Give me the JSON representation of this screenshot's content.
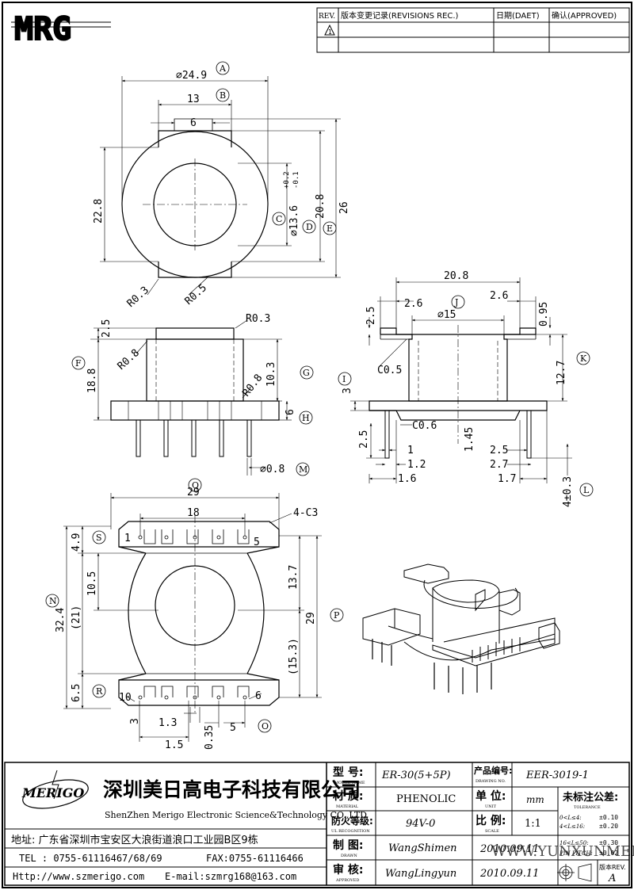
{
  "logo": {
    "text": "MRG",
    "brand": "MERIGO"
  },
  "revision_table": {
    "headers": [
      "REV.",
      "版本变更记录(REVISIONS REC.)",
      "日期(DAET)",
      "确认(APPROVED)"
    ],
    "rev1": "1"
  },
  "top_view": {
    "letters": {
      "A": "A",
      "B": "B",
      "C": "C",
      "D": "D",
      "E": "E"
    },
    "dims": {
      "width": "⌀24.9",
      "slot": "13",
      "slot_inner": "6",
      "height": "22.8",
      "inner_h": "20.8",
      "total_h": "26",
      "hole": "⌀13.6",
      "tol_plus": "+0.2",
      "tol_minus": "-0.1",
      "r1": "R0.3",
      "r2": "R0.5"
    }
  },
  "side_view": {
    "letters": {
      "F": "F",
      "G": "G",
      "H": "H",
      "M": "M"
    },
    "dims": {
      "top": "2.5",
      "r_top": "R0.3",
      "r_left": "R0.8",
      "h_total": "18.8",
      "core": "10.3",
      "r_right": "R0.8",
      "base": "6",
      "pin": "⌀0.8"
    }
  },
  "front_view": {
    "letters": {
      "I": "I",
      "J": "J",
      "K": "K",
      "L": "L"
    },
    "dims": {
      "width": "20.8",
      "top": "2.5",
      "l_step": "2.6",
      "r_step": "2.6",
      "r_top": "0.95",
      "bore": "⌀15",
      "c1": "C0.5",
      "c2": "C0.6",
      "h": "12.7",
      "base": "3",
      "pin_h": "2.5",
      "p1": "1",
      "p12": "1.2",
      "p16": "1.6",
      "mid": "1.45",
      "r25": "2.5",
      "r27": "2.7",
      "r17": "1.7",
      "pin_len": "4±0.3"
    }
  },
  "bottom_view": {
    "letters": {
      "N": "N",
      "O": "O",
      "P": "P",
      "Q": "Q",
      "R": "R",
      "S": "S"
    },
    "dims": {
      "width": "29",
      "pitch": "18",
      "chamfer": "4-C3",
      "top": "4.9",
      "upper": "10.5",
      "mid": "(21)",
      "total": "32.4",
      "right_up": "13.7",
      "right_low": "(15.3)",
      "right_total": "29",
      "bottom": "6.5",
      "pin_a": "1.3",
      "pin_b": "0.35",
      "pin_c": "5",
      "pin_d": "1.5",
      "three": "3"
    },
    "pins": {
      "p1": "1",
      "p5": "5",
      "p6": "6",
      "p10": "10"
    }
  },
  "title_block": {
    "company_cn": "深圳美日高电子科技有限公司",
    "company_en": "ShenZhen Merigo Electronic Science&Technology CO.,LTD",
    "address": "地址: 广东省深圳市宝安区大浪街道浪口工业园B区9栋",
    "tel": "TEL : 0755-61116467/68/69",
    "fax": "FAX:0755-61116466",
    "http": "Http://www.szmerigo.com",
    "email": "E-mail:szmrg168@163.com",
    "model_label": "型  号:",
    "model_sub": "MODEL NAME",
    "model": "ER-30(5+5P)",
    "drawing_label": "产品编号:",
    "drawing_sub": "DRAWING NO.",
    "drawing_no": "EER-3019-1",
    "material_label": "材  质:",
    "material_sub": "MATERIAL",
    "material": "PHENOLIC",
    "unit_label": "单  位:",
    "unit_sub": "UNIT",
    "unit": "mm",
    "tol_label": "未标注公差:",
    "tol_sub": "TOLERANCE",
    "tolerance_rows": [
      {
        "range": "0<L≤4:",
        "val": "±0.10"
      },
      {
        "range": "4<L≤16:",
        "val": "±0.20"
      },
      {
        "range": "16<L≤50:",
        "val": "±0.30"
      },
      {
        "range": "PIN PITCH:",
        "val": "±0.02"
      }
    ],
    "ul_label": "防火等级:",
    "ul_sub": "UL RECOGNITION",
    "ul": "94V-0",
    "scale_label": "比  例:",
    "scale_sub": "SCALE",
    "scale": "1:1",
    "drawn_label": "制  图:",
    "drawn_sub": "DRAWN",
    "drawn": "WangShimen",
    "drawn_date": "2010.09.11",
    "approved_label": "审  核:",
    "approved_sub": "APPROVED",
    "approved": "WangLingyun",
    "approved_date": "2010.09.11",
    "rev_label": "版本REV.",
    "rev": "A",
    "watermark": "WWW.YUNXUNMED.COM"
  }
}
